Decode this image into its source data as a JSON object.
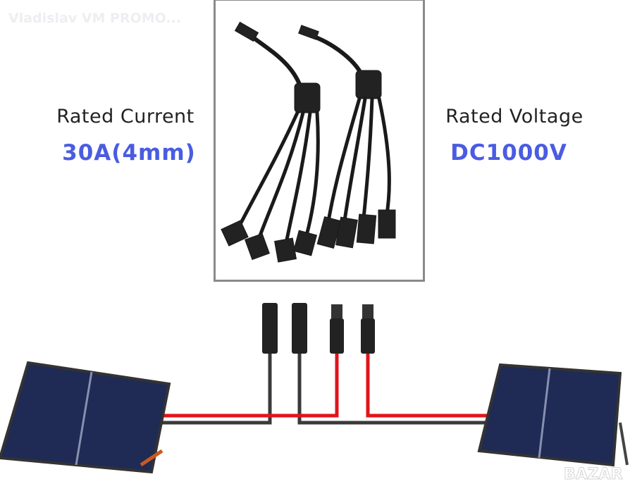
{
  "watermark": "Vladislav VM PROMO...",
  "left_spec": {
    "label": "Rated Current",
    "value": "30A(4mm)"
  },
  "right_spec": {
    "label": "Rated Voltage",
    "value": "DC1000V"
  },
  "logo_watermark": "BAZAR",
  "colors": {
    "accent": "#4a5ce0",
    "wire_red": "#e0141b",
    "wire_black": "#3a3a3a",
    "panel": "#1f2a55"
  }
}
